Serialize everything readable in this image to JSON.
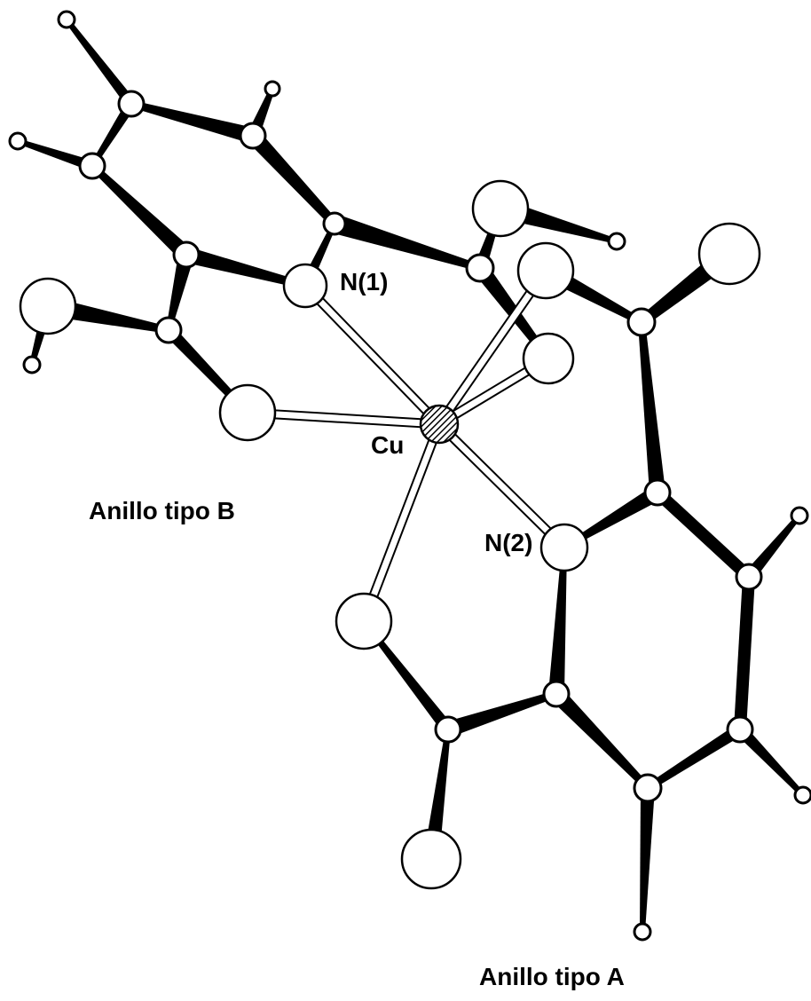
{
  "labels": {
    "n1": "N(1)",
    "n2": "N(2)",
    "cu": "Cu",
    "ring_b": "Anillo tipo B",
    "ring_a": "Anillo tipo A"
  },
  "colors": {
    "ink": "#000000",
    "background": "#ffffff"
  }
}
